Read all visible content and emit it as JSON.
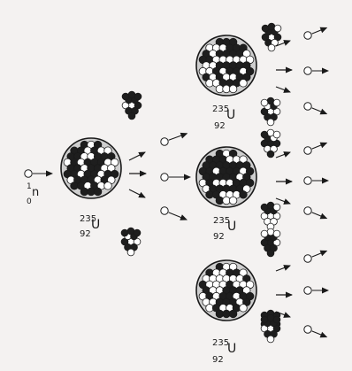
{
  "incoming_neutron": {
    "mass_number": "1",
    "atomic_number": "0",
    "symbol": "n"
  },
  "nucleus_label": {
    "mass_number": "235",
    "atomic_number": "92",
    "symbol": "U"
  },
  "colors": {
    "ink": "#1a1a1a",
    "filled": "#1e1e1e",
    "hollow": "#ffffff",
    "background": "#f4f2f1"
  },
  "diagram": {
    "description_type": "nuclear-chain-reaction",
    "generations": 2,
    "uranium_nuclei_count": 4,
    "neutrons_per_fission": 3,
    "fission_fragments_per_fission": 2
  }
}
